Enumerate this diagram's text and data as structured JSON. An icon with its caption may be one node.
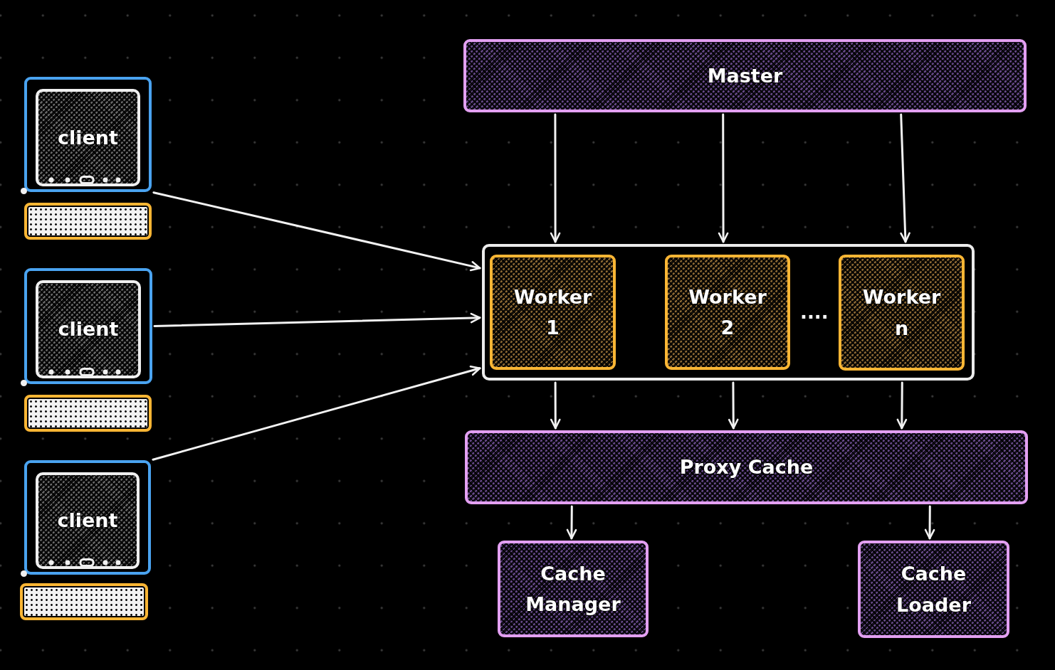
{
  "diagram": {
    "nodes": [
      {
        "text": [
          "Master"
        ]
      },
      {
        "text": [
          "client"
        ]
      },
      {
        "text": [
          "client"
        ]
      },
      {
        "text": [
          "client"
        ]
      },
      {
        "text": [],
        "shape": "box"
      },
      {
        "text": [
          "Worker 1"
        ],
        "in": 4
      },
      {
        "text": [
          "Worker 2"
        ],
        "in": 4
      },
      {
        "text": [
          "Worker n"
        ],
        "in": 4
      },
      {
        "text": [
          "Proxy Cache"
        ]
      },
      {
        "text": [
          "Cache Manager"
        ]
      },
      {
        "text": [
          "Cache Loader"
        ]
      }
    ],
    "edges": [
      {
        "from": 0,
        "to": 4,
        "arrow": "to"
      },
      {
        "from": 0,
        "to": 4,
        "arrow": "to"
      },
      {
        "from": 0,
        "to": 4,
        "arrow": "to"
      },
      {
        "from": 1,
        "to": 4,
        "arrow": "to"
      },
      {
        "from": 2,
        "to": 4,
        "arrow": "to"
      },
      {
        "from": 3,
        "to": 4,
        "arrow": "to"
      },
      {
        "from": 4,
        "to": 8,
        "arrow": "to"
      },
      {
        "from": 4,
        "to": 8,
        "arrow": "to"
      },
      {
        "from": 4,
        "to": 8,
        "arrow": "to"
      },
      {
        "from": 8,
        "to": 9,
        "arrow": "to"
      },
      {
        "from": 8,
        "to": 10,
        "arrow": "to"
      }
    ],
    "labels": [
      "...."
    ]
  }
}
